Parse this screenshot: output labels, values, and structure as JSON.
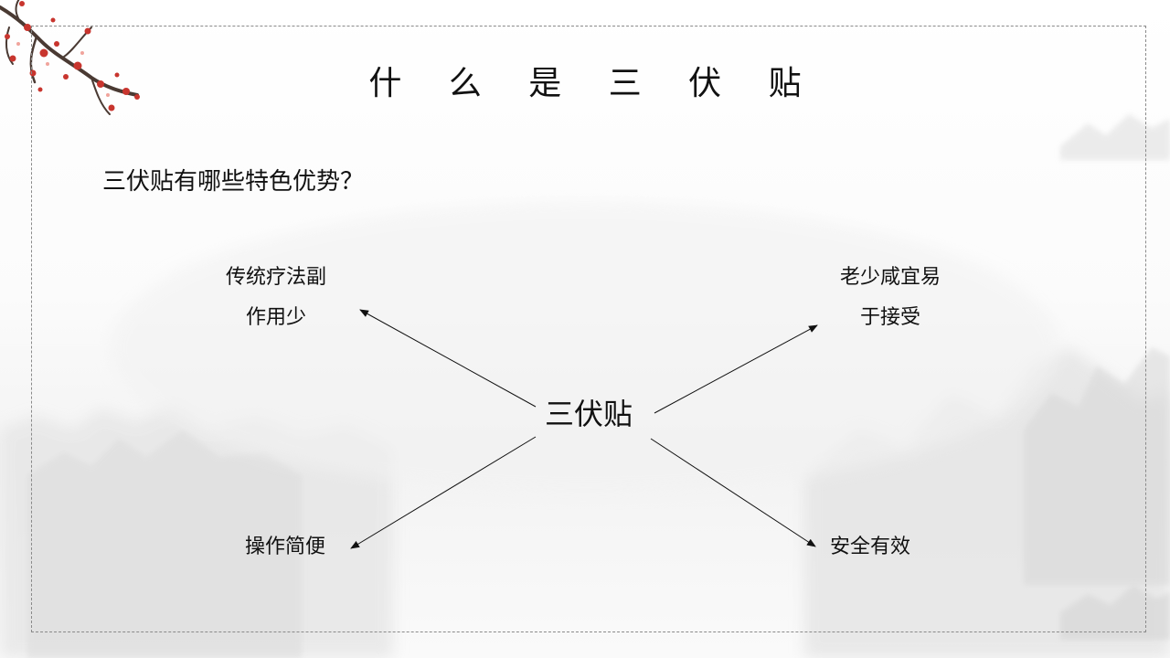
{
  "title": "什 么 是 三 伏 贴",
  "question": "三伏贴有哪些特色优势？",
  "diagram": {
    "center": "三伏贴",
    "top_left": {
      "line1": "传统疗法副",
      "line2": "作用少"
    },
    "top_right": {
      "line1": "老少咸宜易",
      "line2": "于接受"
    },
    "bottom_left": "操作简便",
    "bottom_right": "安全有效"
  },
  "colors": {
    "frame": "#8a8a8a",
    "text": "#111111",
    "blossom": "#c8352e",
    "branch": "#4a3a33"
  }
}
